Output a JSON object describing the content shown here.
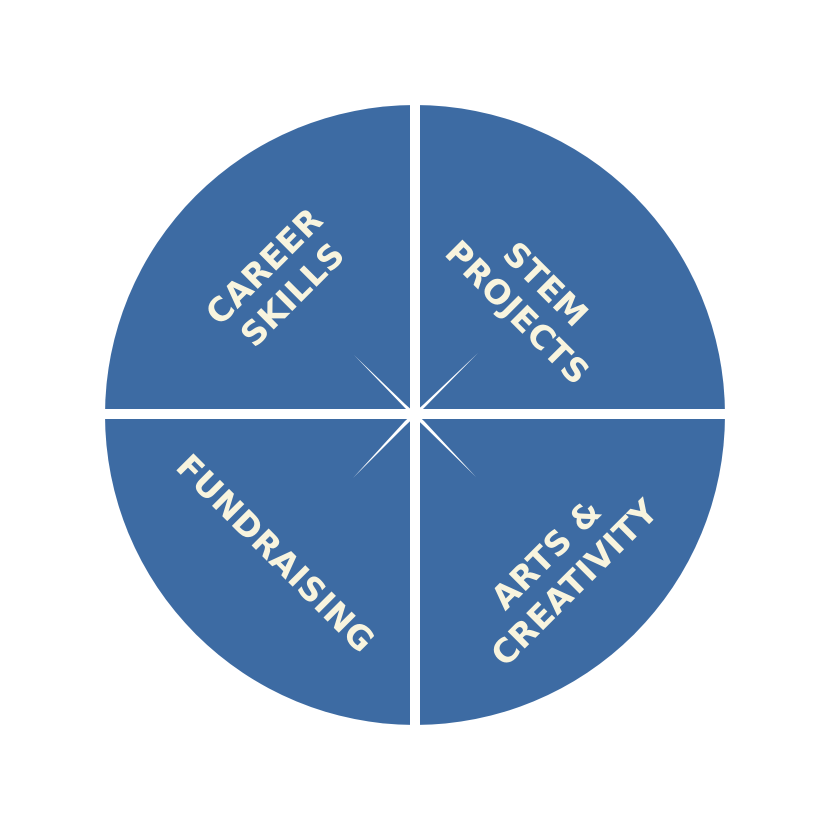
{
  "colors": {
    "circle_fill": "#3d6ba3",
    "divider": "#ffffff",
    "label_text": "#f8f4de",
    "background": "#ffffff"
  },
  "center_icon": "four-point-star-icon",
  "quadrants": {
    "top_left": {
      "line1": "CAREER",
      "line2": "SKILLS"
    },
    "top_right": {
      "line1": "STEM",
      "line2": "PROJECTS"
    },
    "bottom_left": {
      "line1": "FUNDRAISING"
    },
    "bottom_right": {
      "line1": "ARTS &",
      "line2": "CREATIVITY"
    }
  }
}
